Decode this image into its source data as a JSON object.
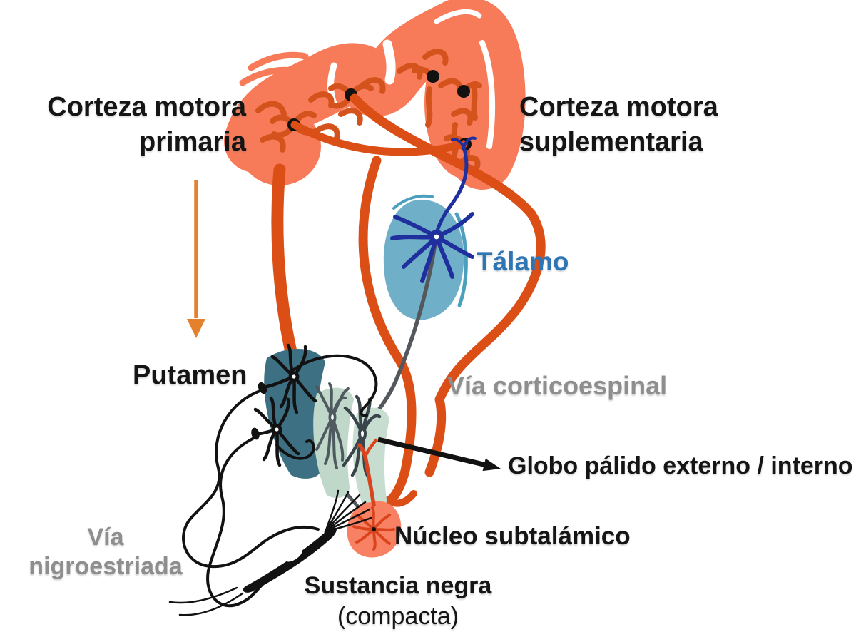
{
  "diagram": {
    "labels": {
      "primary_motor_cortex_line1": "Corteza motora",
      "primary_motor_cortex_line2": "primaria",
      "supplementary_motor_cortex_line1": "Corteza motora",
      "supplementary_motor_cortex_line2": "suplementaria",
      "thalamus": "Tálamo",
      "putamen": "Putamen",
      "corticospinal_tract": "Vía corticoespinal",
      "globus_pallidus": "Globo pálido externo / interno",
      "subthalamic_nucleus": "Núcleo subtalámico",
      "nigrostriatal_tract_line1": "Vía",
      "nigrostriatal_tract_line2": "nigroestriada",
      "substantia_nigra": "Sustancia negra",
      "substantia_nigra_sub": "(compacta)"
    },
    "icons": {
      "cortex_down_arrow": "down-arrow",
      "globus_pallidus_pointer": "right-arrow"
    },
    "colors": {
      "cortex": "#F87B59",
      "squiggle_orange": "#D4531D",
      "fiber_orange": "#DB4F17",
      "arrow_orange": "#E5802D",
      "thalamus_fill": "#6FAFC7",
      "thalamus_outline": "#4D9FBE",
      "thalamus_text": "#2E75B6",
      "neuron_blue": "#1F309E",
      "putamen_fill": "#3D7082",
      "gpe_fill": "#C0D8CA",
      "gpi_fill": "#C7DDD0",
      "gpe_neuron": "#4F5A60",
      "gpi_neuron": "#39444B",
      "subthalamic_fill": "#F98163",
      "subthalamic_neuron": "#D9441C",
      "gray_path": "#54585C",
      "gray_text": "#8E8E8E",
      "ink": "#121212",
      "text_black": "#151515"
    }
  }
}
